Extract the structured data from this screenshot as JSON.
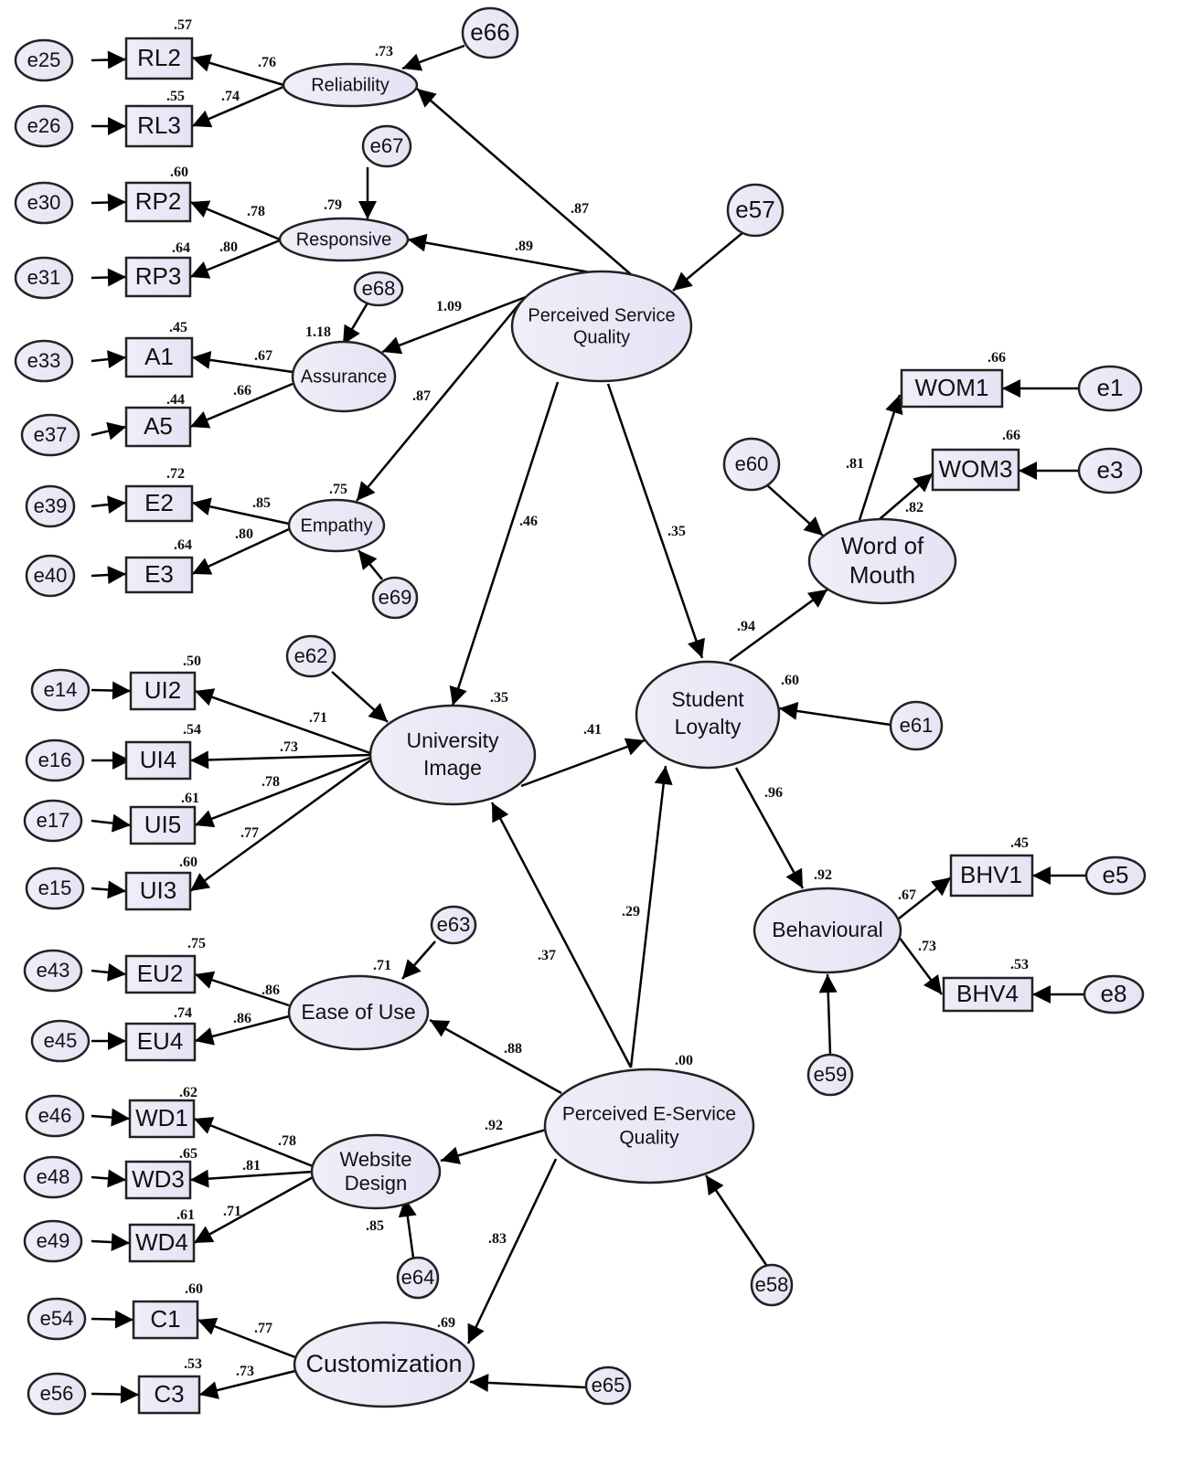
{
  "colors": {
    "fill": "#ece9f6",
    "stroke": "#222222",
    "line": "#000000"
  },
  "nodes": {
    "e25": "e25",
    "e26": "e26",
    "e30": "e30",
    "e31": "e31",
    "e33": "e33",
    "e37": "e37",
    "e39": "e39",
    "e40": "e40",
    "e14": "e14",
    "e16": "e16",
    "e17": "e17",
    "e15": "e15",
    "e43": "e43",
    "e45": "e45",
    "e46": "e46",
    "e48": "e48",
    "e49": "e49",
    "e54": "e54",
    "e56": "e56",
    "e66": "e66",
    "e67": "e67",
    "e68": "e68",
    "e69": "e69",
    "e57": "e57",
    "e60": "e60",
    "e62": "e62",
    "e61": "e61",
    "e63": "e63",
    "e64": "e64",
    "e58": "e58",
    "e59": "e59",
    "e65": "e65",
    "e1": "e1",
    "e3": "e3",
    "e5": "e5",
    "e8": "e8",
    "RL2": "RL2",
    "RL3": "RL3",
    "RP2": "RP2",
    "RP3": "RP3",
    "A1": "A1",
    "A5": "A5",
    "E2": "E2",
    "E3": "E3",
    "UI2": "UI2",
    "UI4": "UI4",
    "UI5": "UI5",
    "UI3": "UI3",
    "EU2": "EU2",
    "EU4": "EU4",
    "WD1": "WD1",
    "WD3": "WD3",
    "WD4": "WD4",
    "C1": "C1",
    "C3": "C3",
    "WOM1": "WOM1",
    "WOM3": "WOM3",
    "BHV1": "BHV1",
    "BHV4": "BHV4",
    "reliability": "Reliability",
    "responsive": "Responsive",
    "assurance": "Assurance",
    "empathy": "Empathy",
    "psq1": "Perceived Service",
    "psq2": "Quality",
    "ui1": "University",
    "ui2": "Image",
    "sl1": "Student",
    "sl2": "Loyalty",
    "wom1": "Word of",
    "wom2": "Mouth",
    "behavioural": "Behavioural",
    "ease": "Ease of Use",
    "wd1": "Website",
    "wd2": "Design",
    "customization": "Customization",
    "pesq1": "Perceived E-Service",
    "pesq2": "Quality"
  },
  "coefficients": {
    "r_rl2": ".57",
    "r_rl3": ".55",
    "r_rp2": ".60",
    "r_rp3": ".64",
    "r_a1": ".45",
    "r_a5": ".44",
    "r_e2": ".72",
    "r_e3": ".64",
    "r_ui2": ".50",
    "r_ui4": ".54",
    "r_ui5": ".61",
    "r_ui3": ".60",
    "r_eu2": ".75",
    "r_eu4": ".74",
    "r_wd1": ".62",
    "r_wd3": ".65",
    "r_wd4": ".61",
    "r_c1": ".60",
    "r_c3": ".53",
    "r_wom1": ".66",
    "r_wom3": ".66",
    "r_bhv1": ".45",
    "r_bhv4": ".53",
    "r_rel": ".73",
    "r_resp": ".79",
    "r_ass": "1.18",
    "r_emp": ".75",
    "r_ui": ".35",
    "r_sl": ".60",
    "r_beh": ".92",
    "r_ease": ".71",
    "r_wd": ".85",
    "r_cust": ".69",
    "r_pesq": ".00",
    "l_rl2": ".76",
    "l_rl3": ".74",
    "l_rp2": ".78",
    "l_rp3": ".80",
    "l_a1": ".67",
    "l_a5": ".66",
    "l_e2": ".85",
    "l_e3": ".80",
    "l_ui2": ".71",
    "l_ui4": ".73",
    "l_ui5": ".78",
    "l_ui3": ".77",
    "l_eu2": ".86",
    "l_eu4": ".86",
    "l_wd1": ".78",
    "l_wd3": ".81",
    "l_wd4": ".71",
    "l_c1": ".77",
    "l_c3": ".73",
    "l_wom1": ".81",
    "l_wom3": ".82",
    "l_bhv1": ".67",
    "l_bhv4": ".73",
    "p_psq_rel": ".87",
    "p_psq_resp": ".89",
    "p_psq_ass": "1.09",
    "p_psq_emp": ".87",
    "p_psq_ui": ".46",
    "p_psq_sl": ".35",
    "p_ui_sl": ".41",
    "p_sl_wom": ".94",
    "p_sl_beh": ".96",
    "p_pesq_ui": ".37",
    "p_pesq_sl": ".29",
    "p_pesq_ease": ".88",
    "p_pesq_wd": ".92",
    "p_pesq_cust": ".83"
  }
}
